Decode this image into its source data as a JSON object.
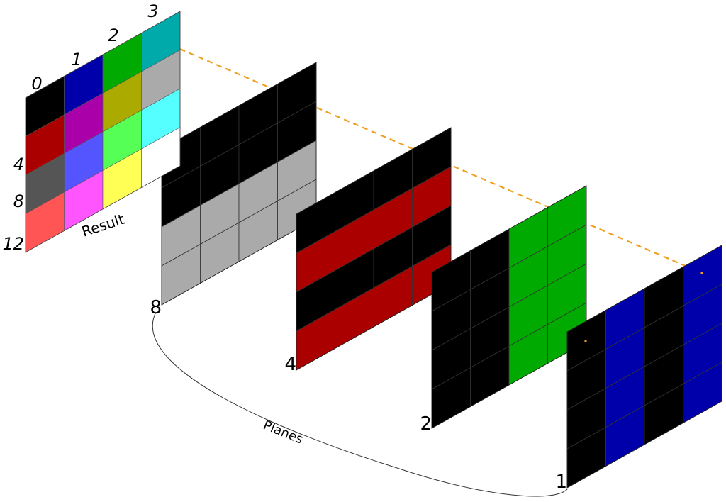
{
  "result": {
    "label": "Result",
    "column_labels": [
      "0",
      "1",
      "2",
      "3"
    ],
    "row_labels": [
      "4",
      "8",
      "12"
    ],
    "cells": [
      [
        "#000000",
        "#0000aa",
        "#00aa00",
        "#00aaaa"
      ],
      [
        "#aa0000",
        "#aa00aa",
        "#aaaa00",
        "#aaaaaa"
      ],
      [
        "#555555",
        "#5555ff",
        "#55ff55",
        "#55ffff"
      ],
      [
        "#ff5555",
        "#ff55ff",
        "#ffff55",
        "#ffffff"
      ]
    ]
  },
  "planes": {
    "label": "Planes",
    "items": [
      {
        "value": "8",
        "pattern": [
          [
            0,
            0,
            0,
            0
          ],
          [
            0,
            0,
            0,
            0
          ],
          [
            1,
            1,
            1,
            1
          ],
          [
            1,
            1,
            1,
            1
          ]
        ],
        "on_color": "#aaaaaa",
        "off_color": "#000000"
      },
      {
        "value": "4",
        "pattern": [
          [
            0,
            0,
            0,
            0
          ],
          [
            1,
            1,
            1,
            1
          ],
          [
            0,
            0,
            0,
            0
          ],
          [
            1,
            1,
            1,
            1
          ]
        ],
        "on_color": "#aa0000",
        "off_color": "#000000"
      },
      {
        "value": "2",
        "pattern": [
          [
            0,
            0,
            1,
            1
          ],
          [
            0,
            0,
            1,
            1
          ],
          [
            0,
            0,
            1,
            1
          ],
          [
            0,
            0,
            1,
            1
          ]
        ],
        "on_color": "#00aa00",
        "off_color": "#000000"
      },
      {
        "value": "1",
        "pattern": [
          [
            0,
            1,
            0,
            1
          ],
          [
            0,
            1,
            0,
            1
          ],
          [
            0,
            1,
            0,
            1
          ],
          [
            0,
            1,
            0,
            1
          ]
        ],
        "on_color": "#0000aa",
        "off_color": "#000000"
      }
    ]
  },
  "guide_color": "#f0a020",
  "grid_line_color": "#333333"
}
